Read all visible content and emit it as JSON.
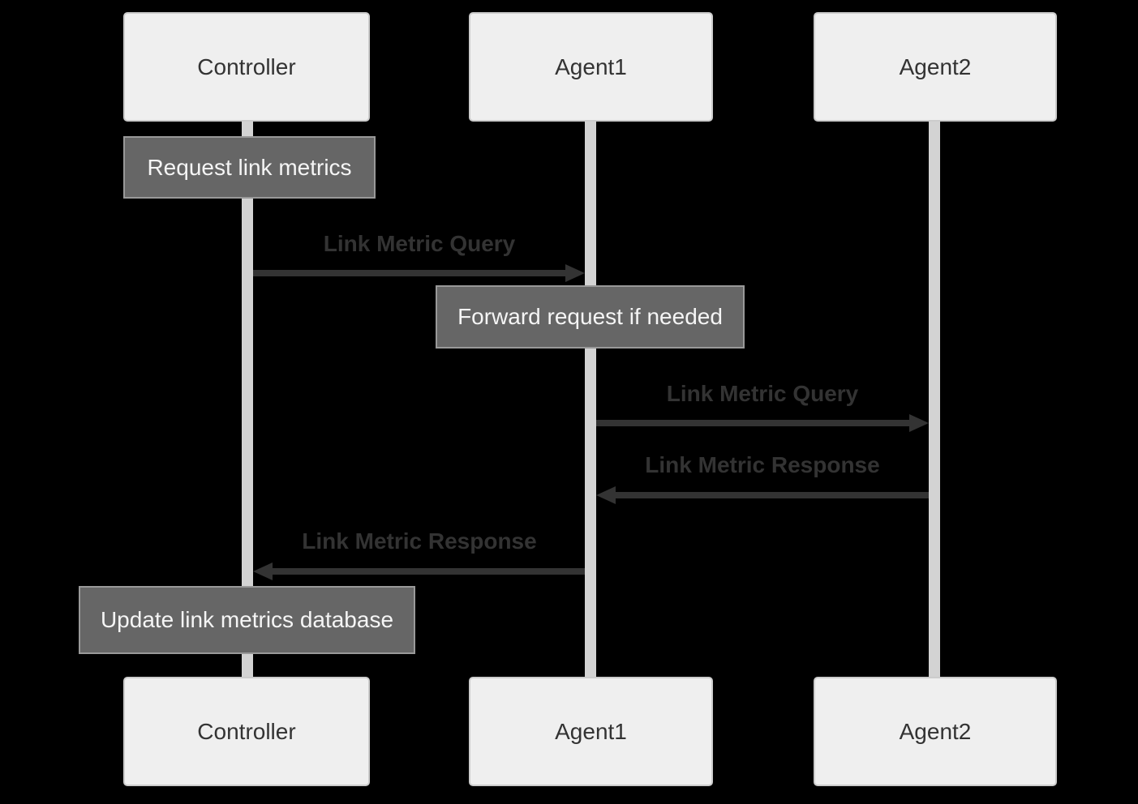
{
  "diagram_type": "sequence",
  "participants": [
    {
      "label": "Controller"
    },
    {
      "label": "Agent1"
    },
    {
      "label": "Agent2"
    }
  ],
  "notes": [
    {
      "text": "Request link metrics",
      "over": "Controller"
    },
    {
      "text": "Forward request if needed",
      "over": "Agent1"
    },
    {
      "text": "Update link metrics database",
      "over": "Controller"
    }
  ],
  "messages": [
    {
      "text": "Link Metric Query",
      "from": "Controller",
      "to": "Agent1",
      "direction": "right"
    },
    {
      "text": "Link Metric Query",
      "from": "Agent1",
      "to": "Agent2",
      "direction": "right"
    },
    {
      "text": "Link Metric Response",
      "from": "Agent2",
      "to": "Agent1",
      "direction": "left"
    },
    {
      "text": "Link Metric Response",
      "from": "Agent1",
      "to": "Controller",
      "direction": "left"
    }
  ],
  "colors": {
    "background": "#000000",
    "participant_fill": "#efefef",
    "participant_border": "#cccccc",
    "participant_text": "#333333",
    "lifeline": "#d3d3d3",
    "note_fill": "#666666",
    "note_border": "#999999",
    "note_text": "#f5f5f5",
    "arrow": "#333333",
    "message_text": "#333333"
  }
}
